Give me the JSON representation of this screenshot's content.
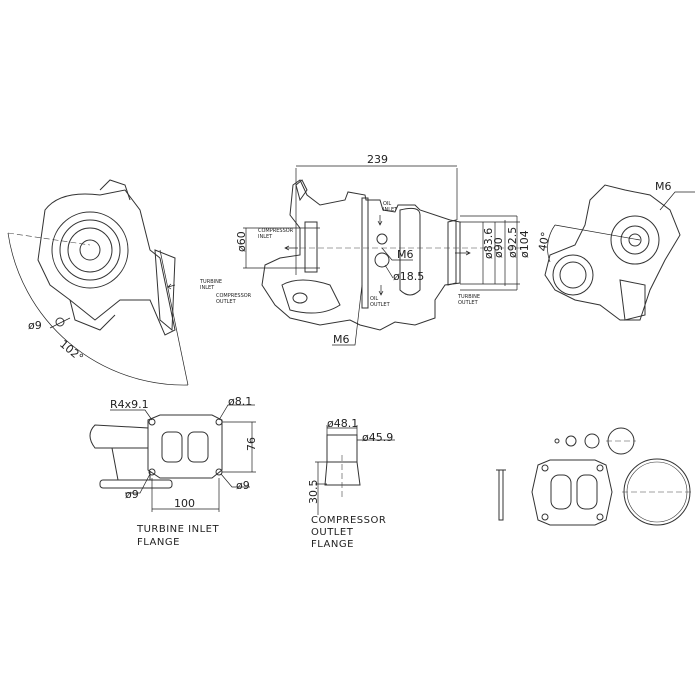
{
  "main_view": {
    "overall_length": "239",
    "compressor_inlet_dia": "ø60",
    "turbine_outlet_dias": [
      "ø83.6",
      "ø90",
      "ø92.5",
      "ø104"
    ],
    "thread_top": "M6",
    "thread_bottom": "M6",
    "oil_port_dia": "ø18.5",
    "labels": {
      "compressor_inlet": [
        "COMPRESSOR",
        "INLET"
      ],
      "oil_inlet": [
        "OIL",
        "INLET"
      ],
      "oil_outlet": [
        "OIL",
        "OUTLET"
      ],
      "turbine_outlet": [
        "TURBINE",
        "OUTLET"
      ],
      "turbine_inlet": [
        "TURBINE",
        "INLET"
      ],
      "compressor_outlet": [
        "COMPRESSOR",
        "OUTLET"
      ]
    }
  },
  "left_view": {
    "hole_dia": "ø9",
    "angle": "102°"
  },
  "right_view": {
    "angle": "40°",
    "thread": "M6"
  },
  "turbine_inlet_flange": {
    "radius": "R4x9.1",
    "hole_top": "ø8.1",
    "height": "76",
    "hole_left": "ø9",
    "hole_right": "ø9",
    "width": "100",
    "title": [
      "TURBINE  INLET",
      "FLANGE"
    ]
  },
  "compressor_outlet_flange": {
    "outer_dia": "ø48.1",
    "inner_dia": "ø45.9",
    "height": "30.5",
    "title": [
      "COMPRESSOR",
      "OUTLET",
      "FLANGE"
    ]
  }
}
